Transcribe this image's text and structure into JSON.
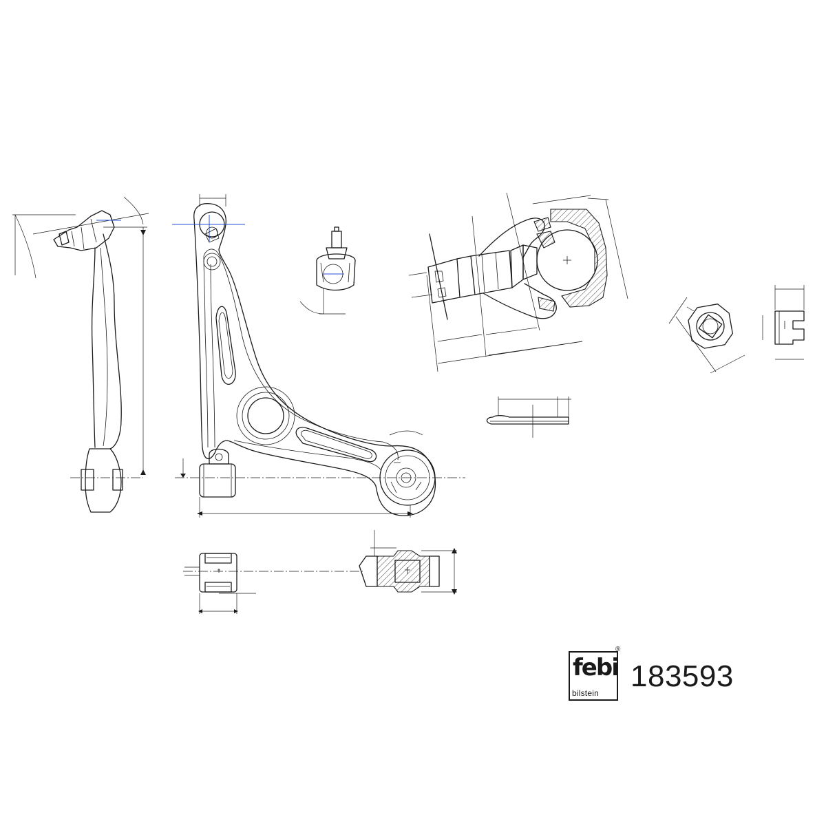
{
  "brand": {
    "logo_text": "febi",
    "logo_subtext": "bilstein",
    "registered_mark": "®"
  },
  "part": {
    "number": "183593"
  },
  "colors": {
    "line": "#1a1a1a",
    "accent_blue": "#2a4fd6",
    "background": "#ffffff"
  }
}
